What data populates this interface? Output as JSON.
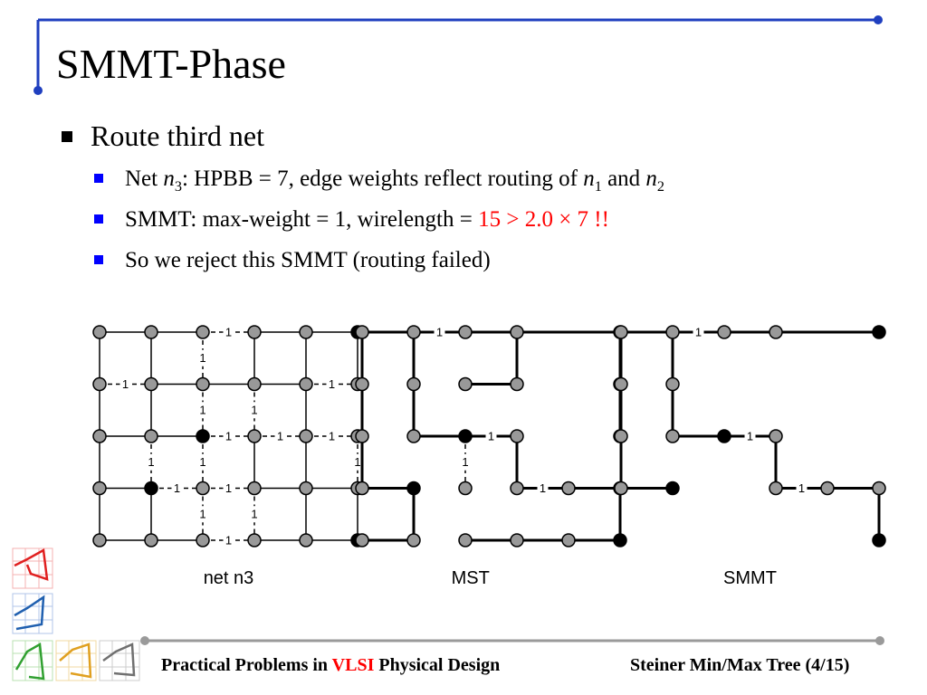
{
  "slide": {
    "title": "SMMT-Phase",
    "bullet1": "Route third net",
    "sub1": {
      "pre": "Net ",
      "n": "n",
      "n_sub": "3",
      "mid": ": HPBB = 7, edge weights reflect routing of ",
      "n1": "n",
      "n1_sub": "1",
      "and": " and ",
      "n2": "n",
      "n2_sub": "2"
    },
    "sub2": {
      "pre": "SMMT: max-weight = 1, wirelength = ",
      "highlight": "15 > 2.0 × 7 !!"
    },
    "sub3": "So we reject this SMMT (routing failed)"
  },
  "diagrams": {
    "labels": [
      "net n3",
      "MST",
      "SMMT"
    ],
    "edge_weight_label": "1"
  },
  "footer": {
    "left_pre": "Practical Problems in ",
    "left_highlight": "VLSI",
    "left_post": " Physical Design",
    "right": "Steiner Min/Max Tree (4/15)"
  },
  "colors": {
    "accent": "#1f3fbf",
    "bullet_blue": "#0000ff",
    "highlight_red": "#ff0000",
    "node_gray": "#999999",
    "node_black": "#000000",
    "footer_line": "#9a9a9a"
  }
}
